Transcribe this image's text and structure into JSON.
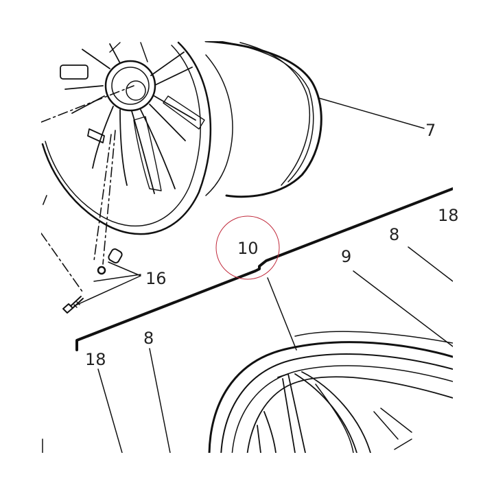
{
  "diagram": {
    "callouts": {
      "c7": "7",
      "c16": "16",
      "c10": "10",
      "c9": "9",
      "c8_right": "8",
      "c18_right": "18",
      "c8_left": "8",
      "c18_left": "18"
    },
    "highlight_color": "#c0283a",
    "line_color": "#111111"
  }
}
